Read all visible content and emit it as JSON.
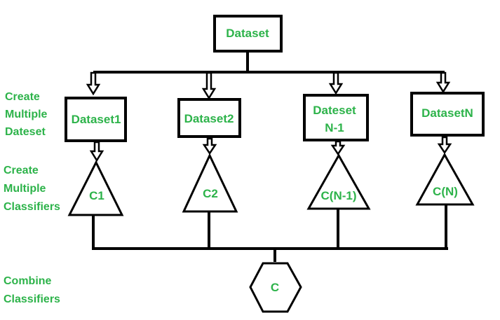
{
  "colors": {
    "label_green": "#2db34a",
    "stroke": "#000000",
    "background": "#ffffff"
  },
  "root": {
    "label": "Dataset"
  },
  "datasets": [
    {
      "label_lines": [
        "Dataset1"
      ]
    },
    {
      "label_lines": [
        "Dataset2"
      ]
    },
    {
      "label_lines": [
        "Dateset",
        "N-1"
      ]
    },
    {
      "label_lines": [
        "DatasetN"
      ]
    }
  ],
  "classifiers": [
    {
      "label": "C1"
    },
    {
      "label": "C2"
    },
    {
      "label": "C(N-1)"
    },
    {
      "label": "C(N)"
    }
  ],
  "combined": {
    "label": "C"
  },
  "side_labels": {
    "create_datasets": [
      "Create",
      "Multiple",
      "Dateset"
    ],
    "create_classifiers": [
      "Create",
      "Multiple",
      "Classifiers"
    ],
    "combine": [
      "Combine",
      "Classifiers"
    ]
  }
}
